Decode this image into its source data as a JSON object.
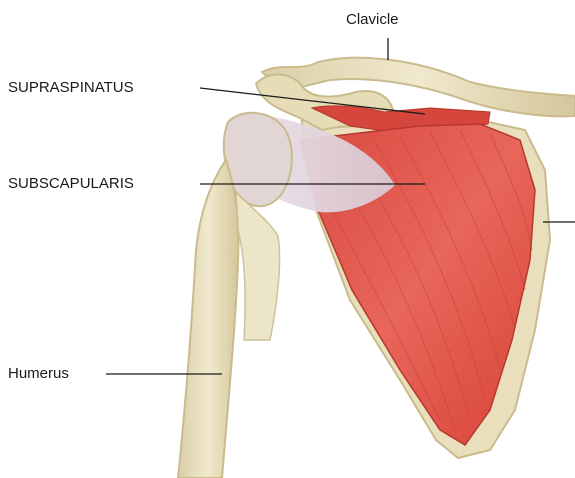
{
  "labels": {
    "clavicle": "Clavicle",
    "supraspinatus": "SUPRASPINATUS",
    "subscapularis": "SUBSCAPULARIS",
    "humerus": "Humerus"
  },
  "colors": {
    "muscle": "#e0574a",
    "muscle_dark": "#c9362c",
    "bone": "#ece3c4",
    "bone_edge": "#c9bb8c",
    "tendon": "#e7dde4",
    "line": "#1a1a1a"
  }
}
